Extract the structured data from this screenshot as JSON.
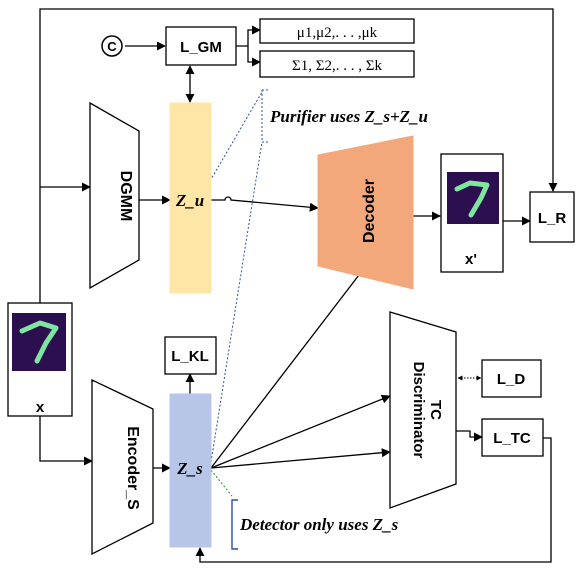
{
  "nodes": {
    "c_node": "C",
    "l_gm": "L_GM",
    "mu_list": "μ1,μ2,. . . ,μk",
    "sigma_list": "Σ1, Σ2,. . . , Σk",
    "dgmm": "DGMM",
    "z_u": "Z_u",
    "decoder": "Decoder",
    "x_prime": "x'",
    "l_r": "L_R",
    "x_input": "x",
    "l_kl": "L_KL",
    "encoder_s": "Encoder_S",
    "z_s": "Z_s",
    "tc_discriminator_line1": "TC",
    "tc_discriminator_line2": "Discriminator",
    "l_d": "L_D",
    "l_tc": "L_TC"
  },
  "annotations": {
    "purifier": "Purifier uses Z_s+Z_u",
    "detector": "Detector only uses Z_s"
  },
  "colors": {
    "z_u_fill": "#fde6a6",
    "z_s_fill": "#b7c6e6",
    "decoder_fill": "#f3a87c",
    "digit_bg": "#2b0f4f",
    "digit_stroke": "#7fe6a0",
    "dashed_blue": "#2f4fa8",
    "dashed_green": "#2e8b2e"
  }
}
